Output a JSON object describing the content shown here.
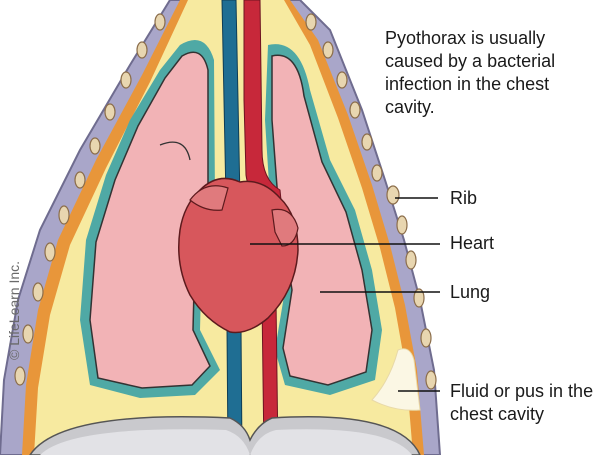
{
  "caption": "Pyothorax is usually caused by a bacterial infection in the chest cavity.",
  "labels": {
    "rib": "Rib",
    "heart": "Heart",
    "lung": "Lung",
    "fluid": "Fluid or pus in the chest cavity"
  },
  "copyright": "© LifeLearn Inc.",
  "colors": {
    "chest_wall": "#a9a6c9",
    "pleural_space": "#f7eaa0",
    "orange_lining": "#e8963a",
    "pleura_teal": "#4fa9a5",
    "lung": "#f2b3b6",
    "heart": "#d7575c",
    "aorta": "#c7283a",
    "vena_cava": "#1f6e93",
    "diaphragm": "#c9c9cd",
    "fluid": "#fbf7e4"
  }
}
